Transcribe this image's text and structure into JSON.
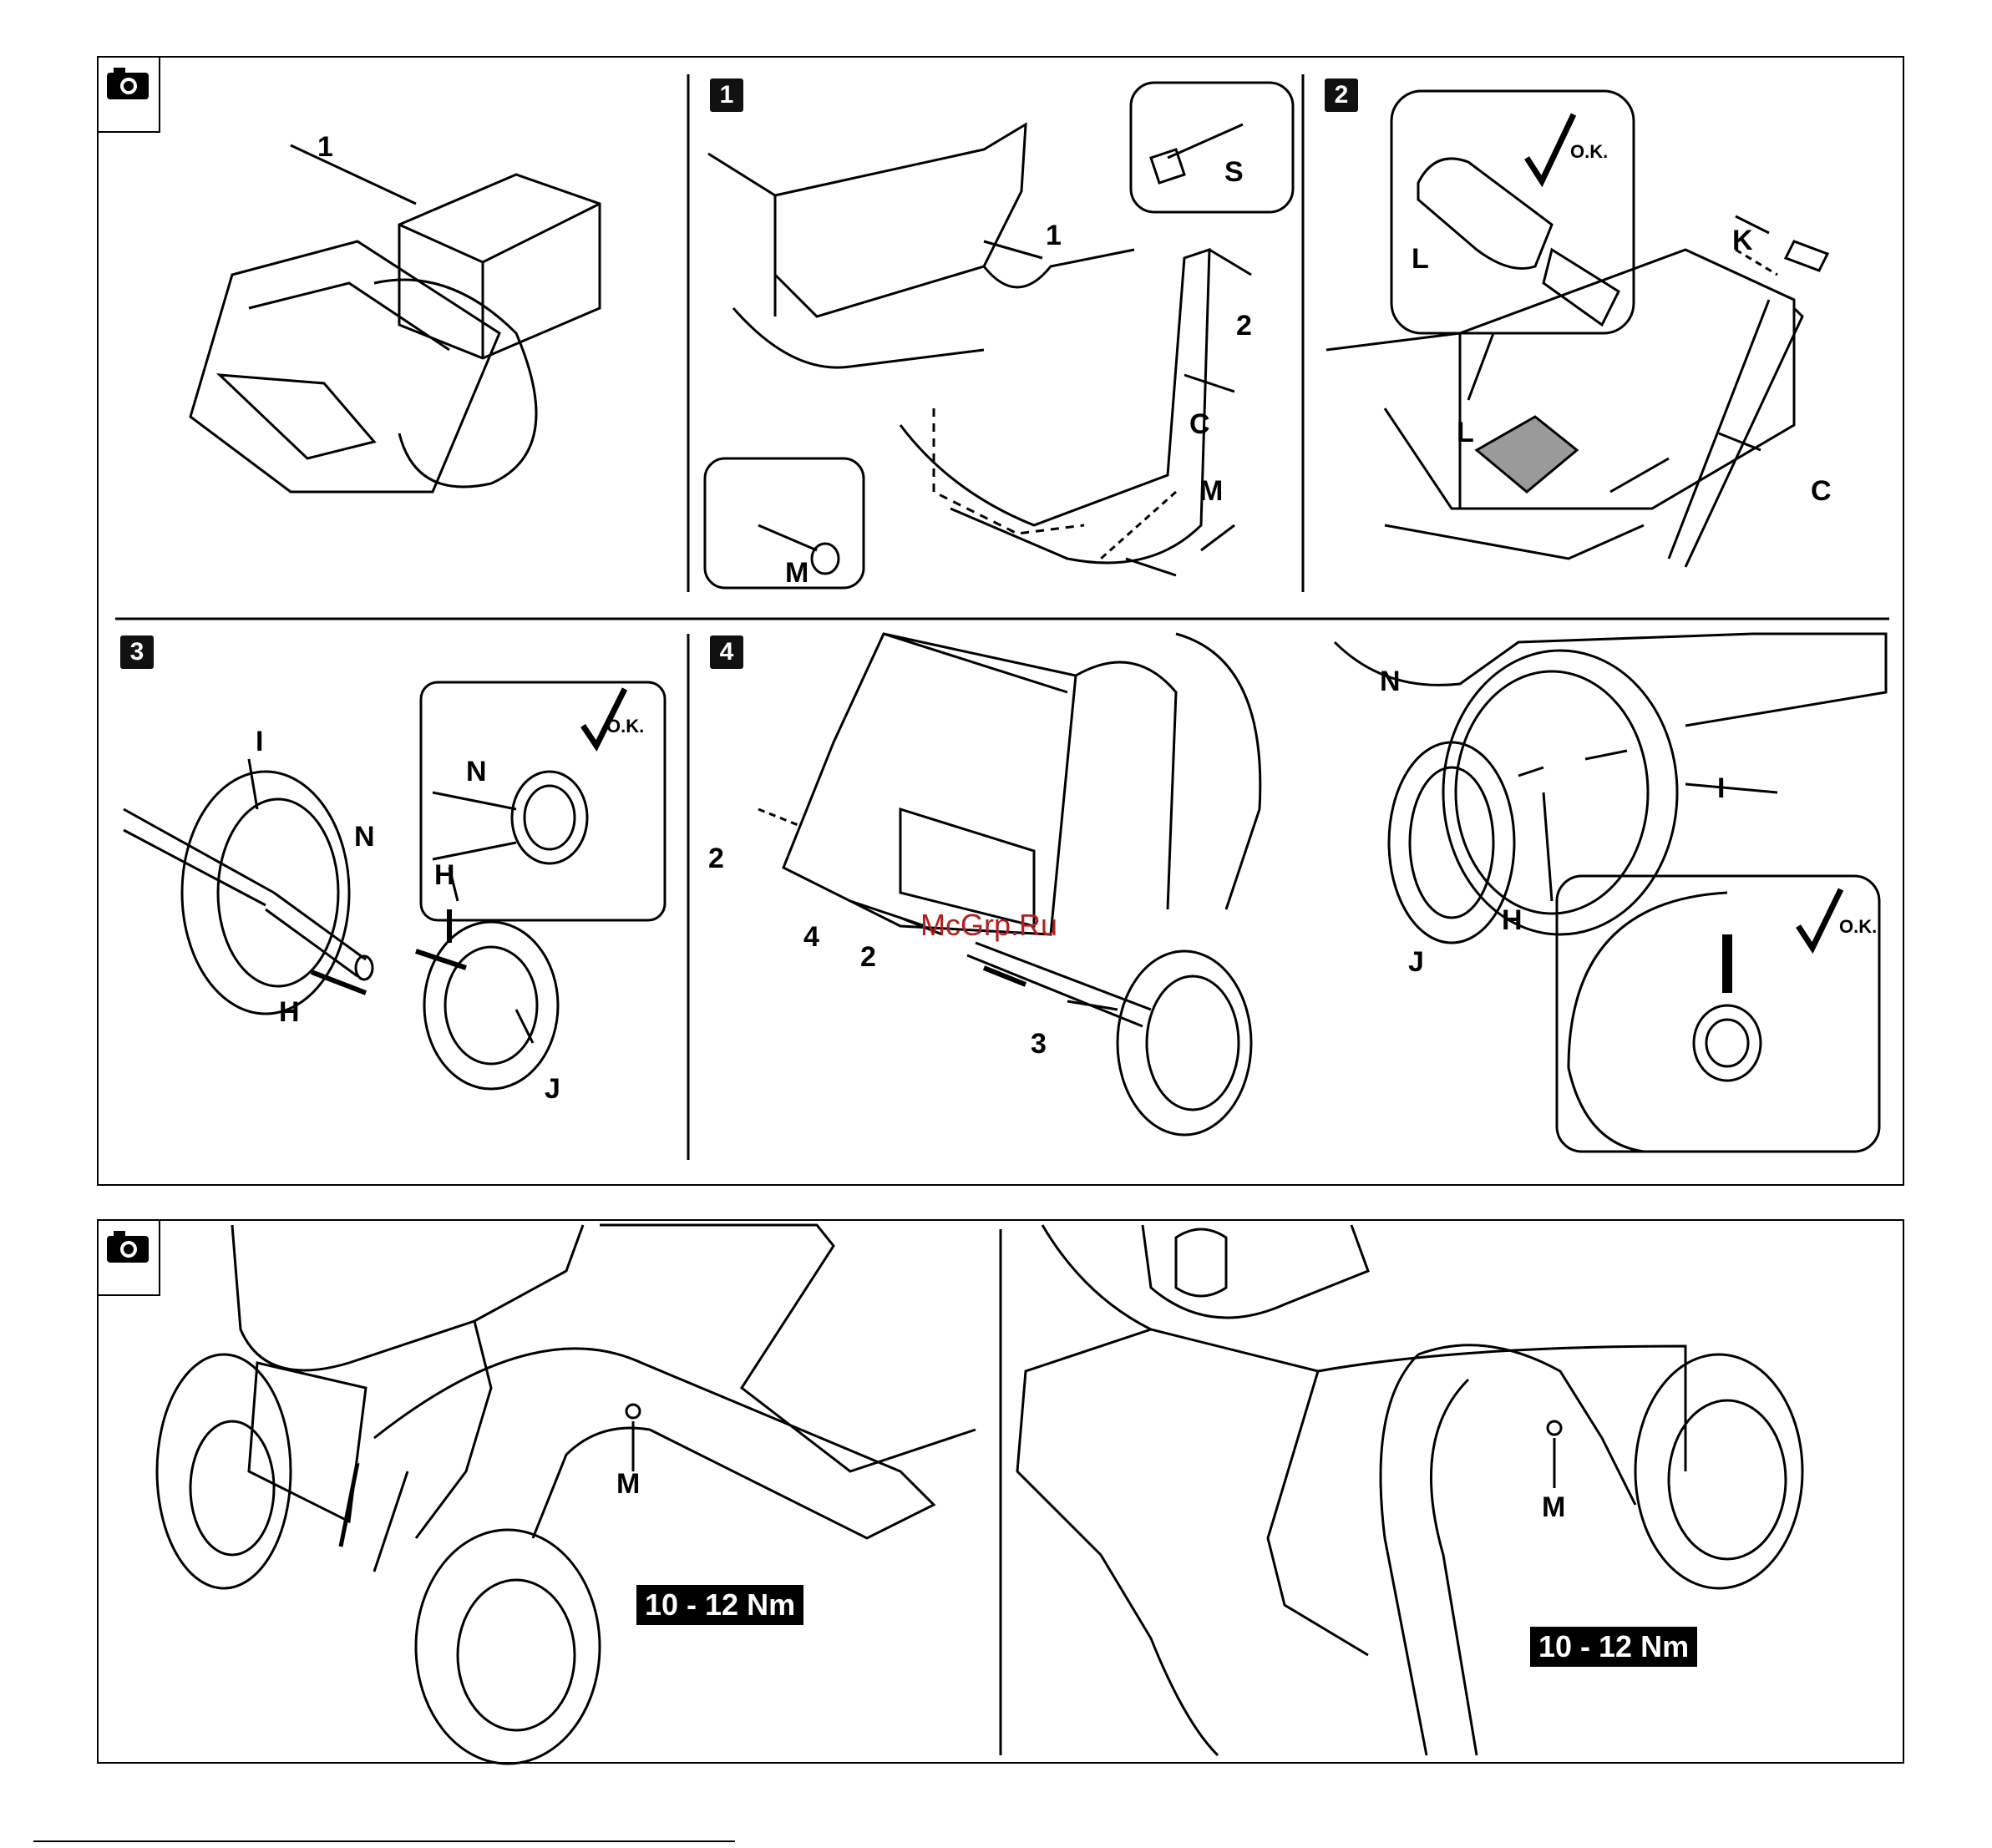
{
  "colors": {
    "line": "#000000",
    "watermark": "#b02020",
    "badge": "#111111",
    "shaded": "#9a9a9a"
  },
  "top_panel": {
    "camera_icon": "camera-icon",
    "overview": {
      "label_1": "1"
    },
    "step1": {
      "badge": "1",
      "labels": {
        "one": "1",
        "s": "S",
        "two": "2",
        "c": "C",
        "m": "M",
        "m_detail": "M"
      }
    },
    "step2": {
      "badge": "2",
      "ok": "O.K.",
      "labels": {
        "l_detail": "L",
        "k": "K",
        "l": "L",
        "c": "C"
      }
    },
    "step3": {
      "badge": "3",
      "ok": "O.K.",
      "labels": {
        "i": "I",
        "n": "N",
        "h": "H",
        "n_detail": "N",
        "h_detail": "H",
        "j": "J"
      }
    },
    "step4": {
      "badge": "4",
      "labels": {
        "two_left": "2",
        "four": "4",
        "two_bottom": "2",
        "three": "3"
      }
    },
    "step4b": {
      "ok": "O.K.",
      "labels": {
        "n": "N",
        "i": "I",
        "h": "H",
        "j": "J"
      }
    },
    "watermark": "McGrp.Ru"
  },
  "bottom_panel": {
    "camera_icon": "camera-icon",
    "left": {
      "label_m": "M",
      "torque": "10 - 12 Nm"
    },
    "right": {
      "label_m": "M",
      "torque": "10 - 12 Nm"
    }
  }
}
